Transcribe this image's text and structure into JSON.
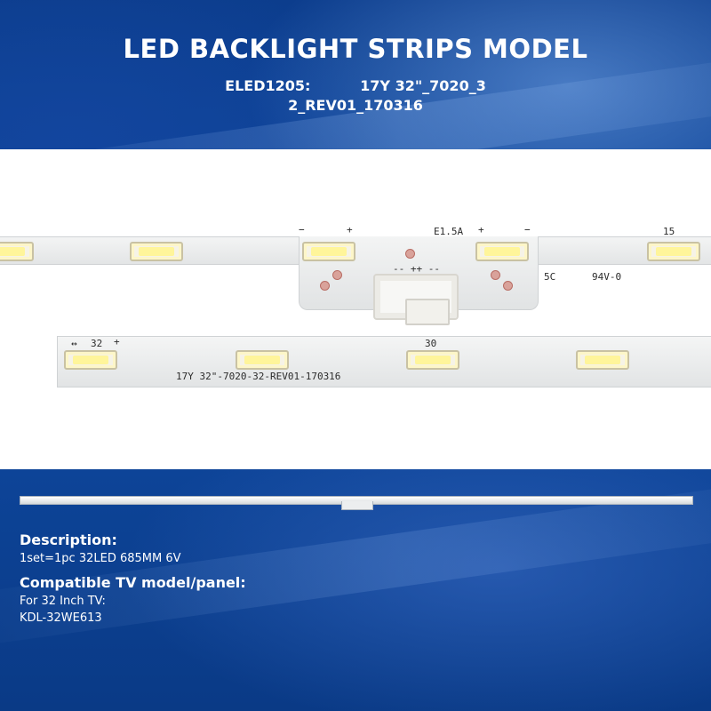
{
  "header": {
    "title": "LED BACKLIGHT STRIPS MODEL",
    "subtitle_line1": "ELED1205:          17Y 32\"_7020_3",
    "subtitle_line2": "2_REV01_170316"
  },
  "product_photo": {
    "strip_top_labels": {
      "fuse": "E1.5A",
      "plus": "+",
      "minus": "−",
      "num15": "15",
      "rating": "94V-0",
      "mark": "5C",
      "connector_marks": "-- ++ --"
    },
    "strip_bottom_labels": {
      "num32": "32",
      "num30": "30",
      "plus": "+",
      "arrow": "↔",
      "part_number": "17Y 32\"-7020-32-REV01-170316"
    }
  },
  "description": {
    "heading": "Description:",
    "text": "1set=1pc  32LED  685MM  6V"
  },
  "compatibility": {
    "heading": "Compatible TV model/panel:",
    "line1": "For 32 Inch TV:",
    "line2": "KDL-32WE613"
  }
}
